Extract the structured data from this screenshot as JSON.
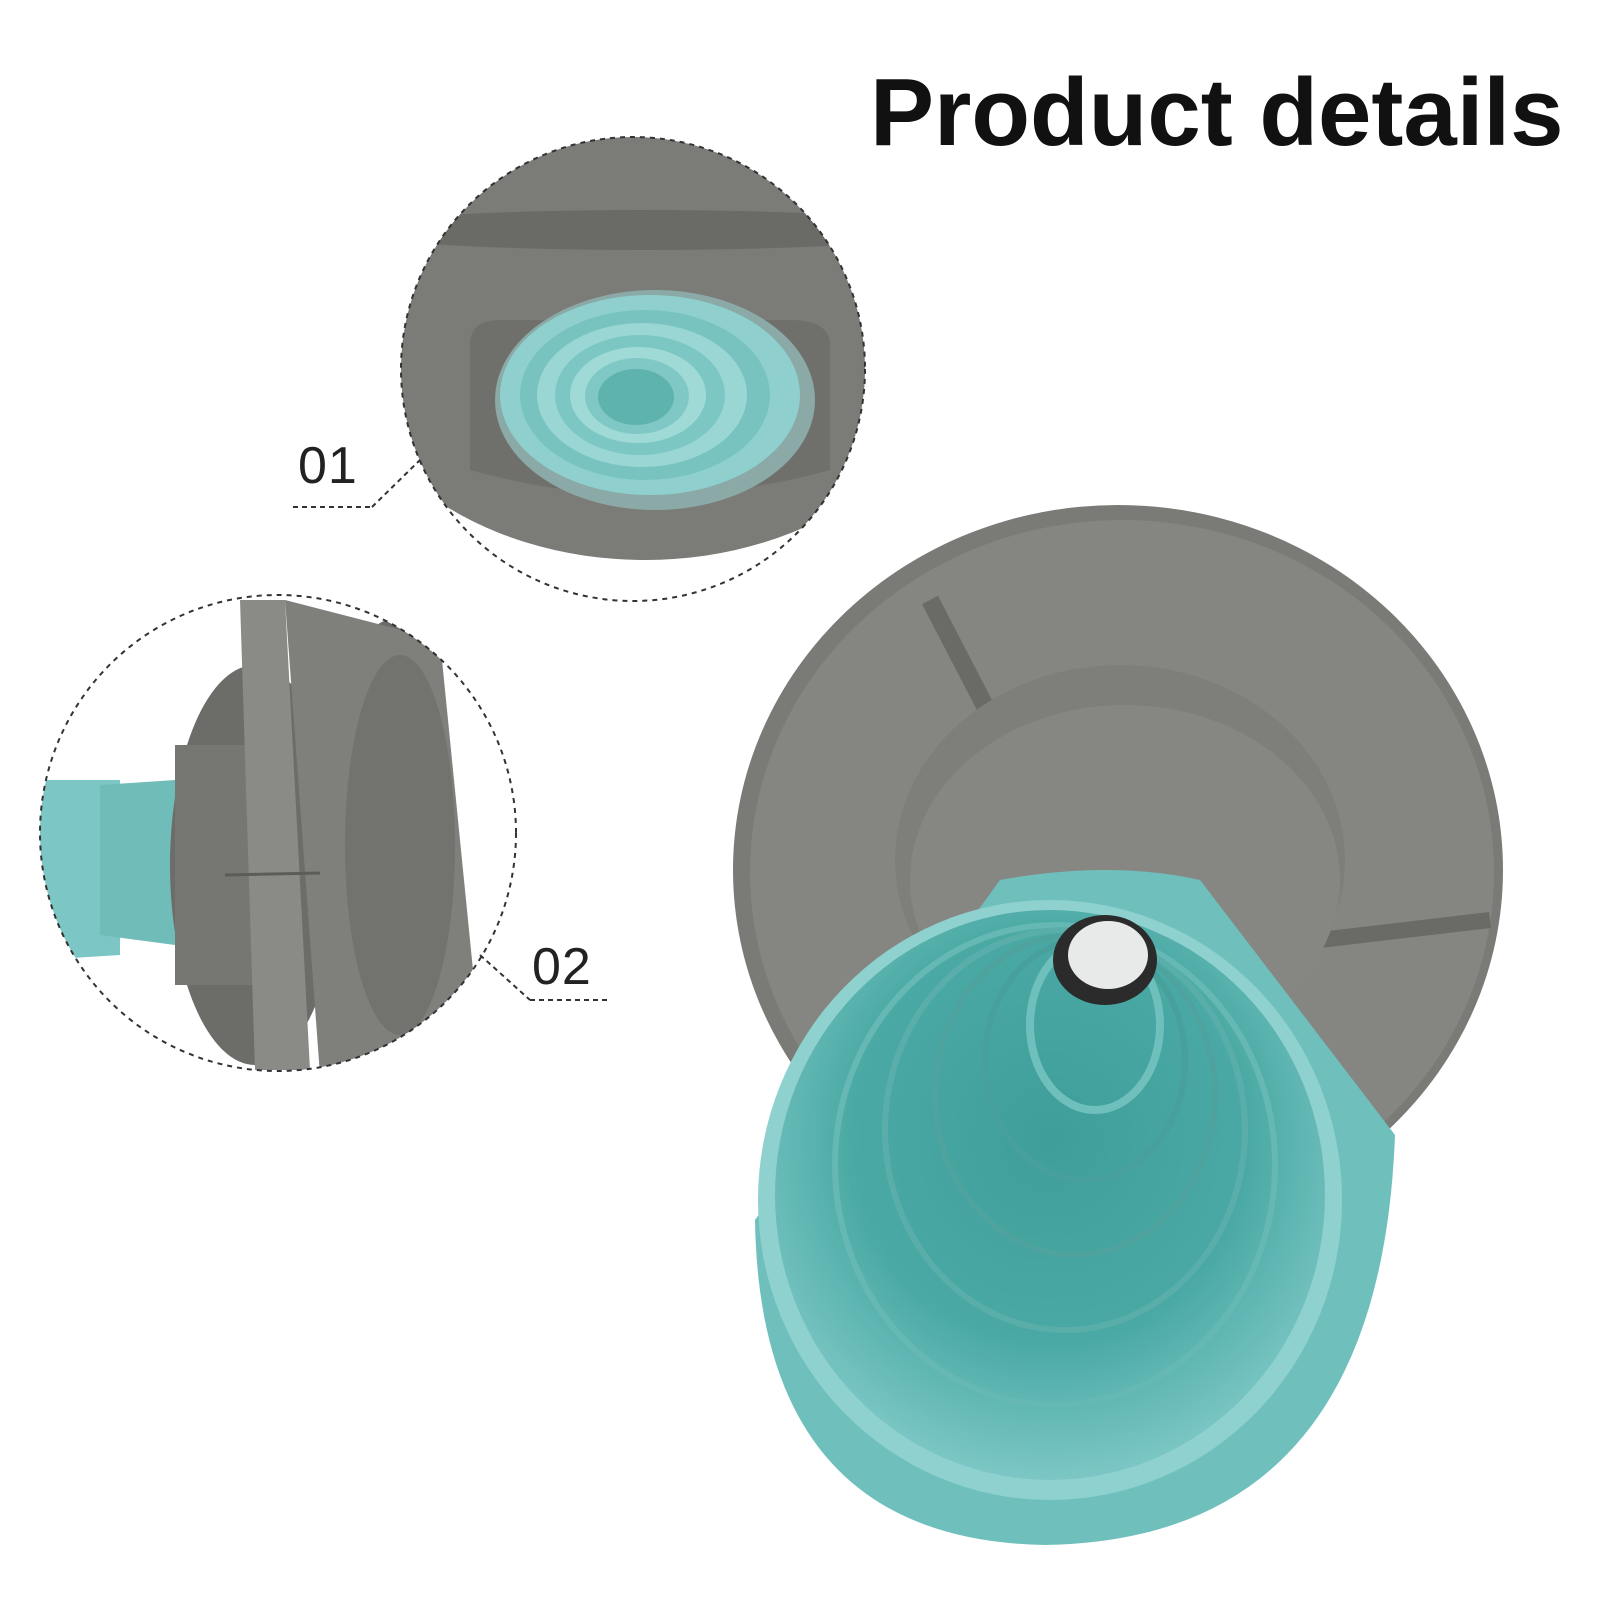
{
  "title": "Product details",
  "callouts": [
    {
      "label": "01"
    },
    {
      "label": "02"
    }
  ],
  "colors": {
    "background": "#ffffff",
    "gray_plastic": "#7d7e7a",
    "gray_dark": "#5f605c",
    "teal_silicone": "#7cc7c5",
    "teal_dark": "#4a9f9b",
    "text": "#111111"
  }
}
